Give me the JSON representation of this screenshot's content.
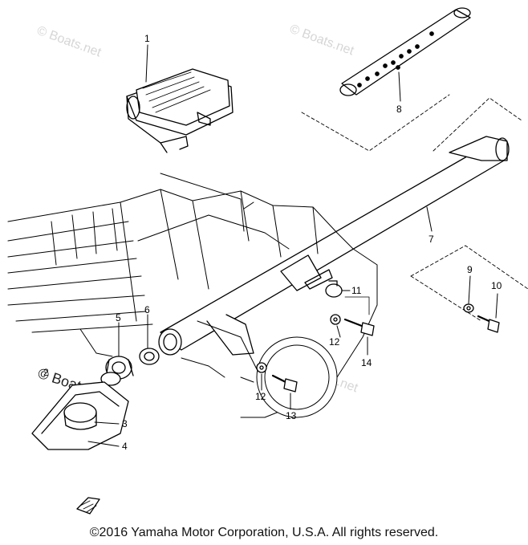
{
  "watermark": {
    "text": "© Boats.net",
    "color": "#d6d6d6"
  },
  "callouts": [
    "1",
    "8",
    "7",
    "9",
    "10",
    "11",
    "12",
    "14",
    "12",
    "13",
    "5",
    "6",
    "2",
    "3",
    "4"
  ],
  "copyright": "©2016 Yamaha Motor Corporation, U.S.A. All rights reserved.",
  "colors": {
    "line": "#000000",
    "background": "#ffffff"
  }
}
